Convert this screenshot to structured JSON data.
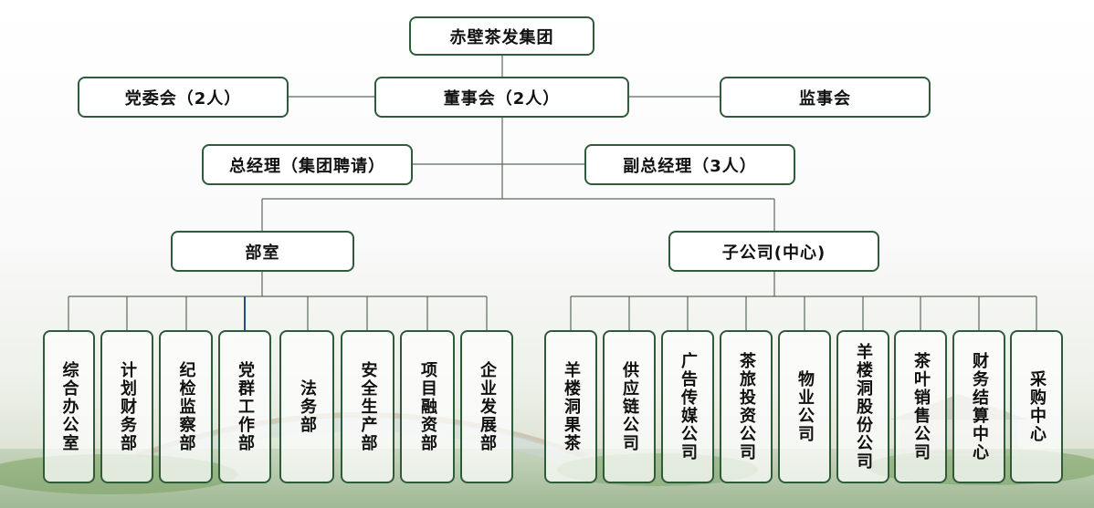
{
  "root": {
    "label": "赤壁茶发集团"
  },
  "board": {
    "label": "董事会（2人）"
  },
  "party": {
    "label": "党委会（2人）"
  },
  "supervisory": {
    "label": "监事会"
  },
  "gm": {
    "label": "总经理（集团聘请）"
  },
  "deputy_gm": {
    "label": "副总经理（3人）"
  },
  "departments": {
    "label": "部室",
    "items": [
      "综合办公室",
      "计划财务部",
      "纪检监察部",
      "党群工作部",
      "法务部",
      "安全生产部",
      "项目融资部",
      "企业发展部"
    ]
  },
  "subsidiaries": {
    "label": "子公司(中心)",
    "items": [
      "羊楼洞果茶",
      "供应链公司",
      "广告传媒公司",
      "茶旅投资公司",
      "物业公司",
      "羊楼洞股份公司",
      "茶叶销售公司",
      "财务结算中心",
      "采购中心"
    ]
  },
  "colors": {
    "border": "#2e5c3a",
    "line": "#5a6b5a"
  }
}
